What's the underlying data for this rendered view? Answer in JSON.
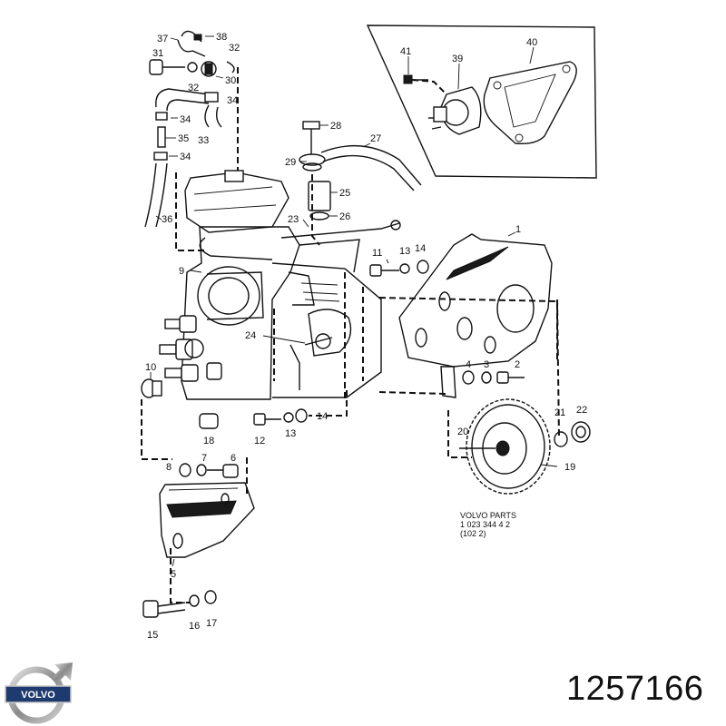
{
  "diagram": {
    "callouts": [
      {
        "id": "c37",
        "text": "37"
      },
      {
        "id": "c38",
        "text": "38"
      },
      {
        "id": "c32a",
        "text": "32"
      },
      {
        "id": "c31",
        "text": "31"
      },
      {
        "id": "c32b",
        "text": "32"
      },
      {
        "id": "c30",
        "text": "30"
      },
      {
        "id": "c34a",
        "text": "34"
      },
      {
        "id": "c34b",
        "text": "34"
      },
      {
        "id": "c35",
        "text": "35"
      },
      {
        "id": "c33",
        "text": "33"
      },
      {
        "id": "c34c",
        "text": "34"
      },
      {
        "id": "c36",
        "text": "36"
      },
      {
        "id": "c28",
        "text": "28"
      },
      {
        "id": "c27",
        "text": "27"
      },
      {
        "id": "c29",
        "text": "29"
      },
      {
        "id": "c25",
        "text": "25"
      },
      {
        "id": "c23",
        "text": "23"
      },
      {
        "id": "c26",
        "text": "26"
      },
      {
        "id": "c41",
        "text": "41"
      },
      {
        "id": "c39",
        "text": "39"
      },
      {
        "id": "c40",
        "text": "40"
      },
      {
        "id": "c1",
        "text": "1"
      },
      {
        "id": "c11",
        "text": "11"
      },
      {
        "id": "c13a",
        "text": "13"
      },
      {
        "id": "c14a",
        "text": "14"
      },
      {
        "id": "c9",
        "text": "9"
      },
      {
        "id": "c24",
        "text": "24"
      },
      {
        "id": "c10",
        "text": "10"
      },
      {
        "id": "c4",
        "text": "4"
      },
      {
        "id": "c3",
        "text": "3"
      },
      {
        "id": "c2",
        "text": "2"
      },
      {
        "id": "c14b",
        "text": "14"
      },
      {
        "id": "c13b",
        "text": "13"
      },
      {
        "id": "c12",
        "text": "12"
      },
      {
        "id": "c18",
        "text": "18"
      },
      {
        "id": "c21",
        "text": "21"
      },
      {
        "id": "c22",
        "text": "22"
      },
      {
        "id": "c20",
        "text": "20"
      },
      {
        "id": "c19",
        "text": "19"
      },
      {
        "id": "c7",
        "text": "7"
      },
      {
        "id": "c8",
        "text": "8"
      },
      {
        "id": "c6",
        "text": "6"
      },
      {
        "id": "c5",
        "text": "5"
      },
      {
        "id": "c15",
        "text": "15"
      },
      {
        "id": "c16",
        "text": "16"
      },
      {
        "id": "c17",
        "text": "17"
      }
    ],
    "caption": {
      "line1": "VOLVO  PARTS",
      "line2": "1  023   344 4 2",
      "line3": "(102 2)"
    }
  },
  "logo": {
    "text": "VOLVO"
  },
  "part_number": "1257166"
}
